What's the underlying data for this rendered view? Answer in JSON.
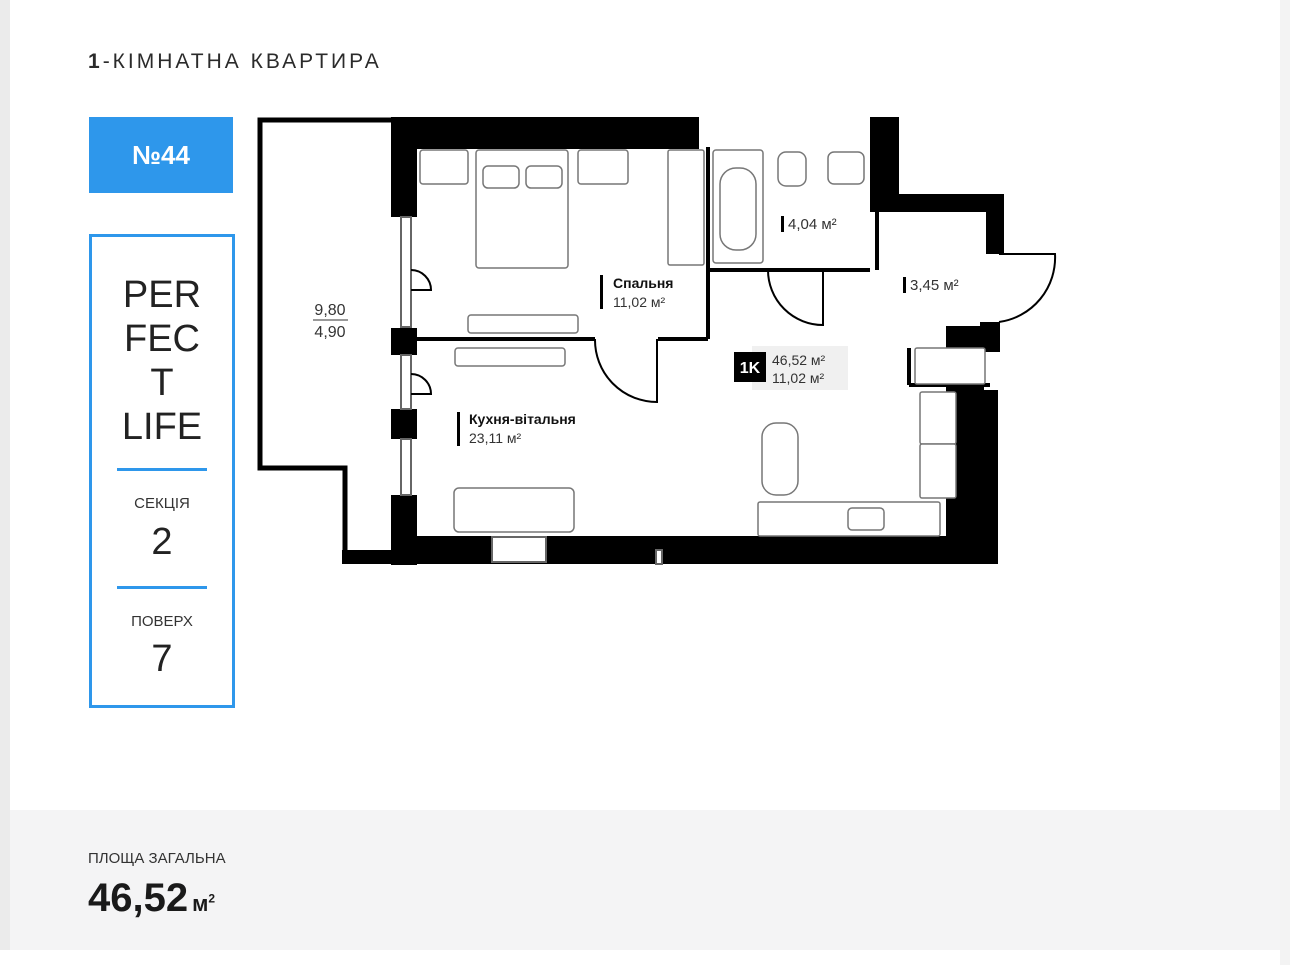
{
  "header": {
    "type_number": "1",
    "type_rest": "-КІМНАТНА КВАРТИРА"
  },
  "apartment": {
    "number": "№44"
  },
  "info": {
    "brand_lines": [
      "PER",
      "FEC",
      "T",
      "LIFE"
    ],
    "section_label": "СЕКЦІЯ",
    "section_value": "2",
    "floor_label": "ПОВЕРХ",
    "floor_value": "7"
  },
  "plan": {
    "balcony_area": "9,80",
    "balcony_area2": "4,90",
    "bedroom_name": "Спальня",
    "bedroom_area": "11,02 м²",
    "kitchen_name": "Кухня-вітальня",
    "kitchen_area": "23,11 м²",
    "bathroom_area": "4,04 м²",
    "hall_area": "3,45 м²",
    "badge_label": "1K",
    "badge_total": "46,52 м²",
    "badge_living": "11,02 м²"
  },
  "footer": {
    "area_label": "ПЛОЩА ЗАГАЛЬНА",
    "area_value": "46,52",
    "area_unit": "м",
    "area_unit_sup": "2"
  },
  "colors": {
    "accent": "#2e97eb",
    "wall": "#000000",
    "panel": "#f4f4f5"
  }
}
